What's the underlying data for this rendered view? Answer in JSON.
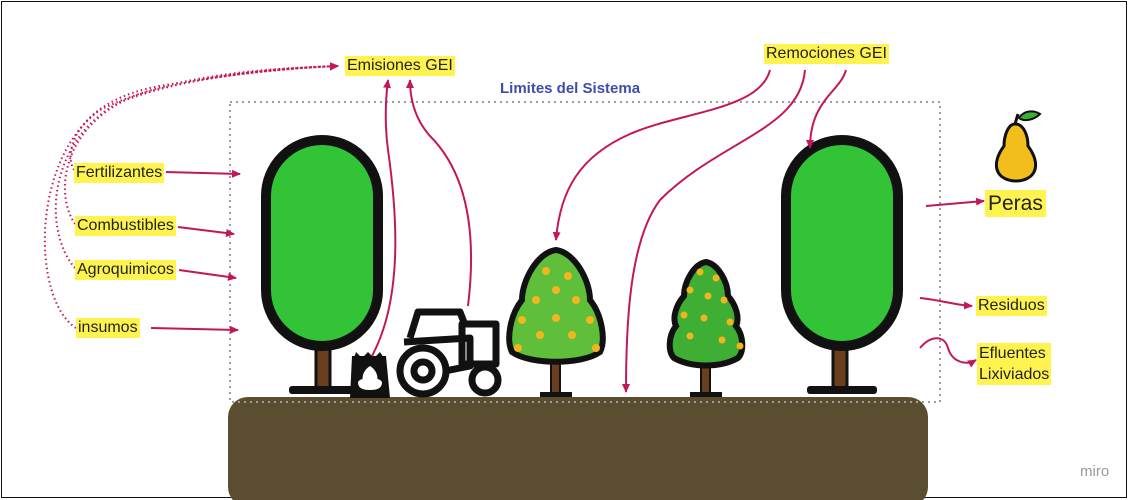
{
  "diagram": {
    "system_boundary_label": "Limites del Sistema",
    "emissions_label": "Emisiones GEI",
    "removals_label": "Remociones GEI",
    "inputs": [
      "Fertilizantes",
      "Combustibles",
      "Agroquimicos",
      "insumos"
    ],
    "outputs": {
      "product": "Peras",
      "waste": "Residuos",
      "effluents_line1": "Efluentes",
      "effluents_line2": "Lixiviados"
    },
    "watermark": "miro"
  },
  "colors": {
    "arrow": "#c2185b",
    "highlight": "#fff44f",
    "soil": "#5b4d2f",
    "tree_green": "#33c336",
    "fruit_tree_green": "#5fbf3a",
    "fruit_dot": "#f2b51d",
    "trunk": "#6b3e1f",
    "boundary": "#9e9e9e",
    "boundary_label": "#3d4ea8"
  },
  "icons": [
    "fertilizer-sack-icon",
    "tractor-icon",
    "pear-icon"
  ]
}
